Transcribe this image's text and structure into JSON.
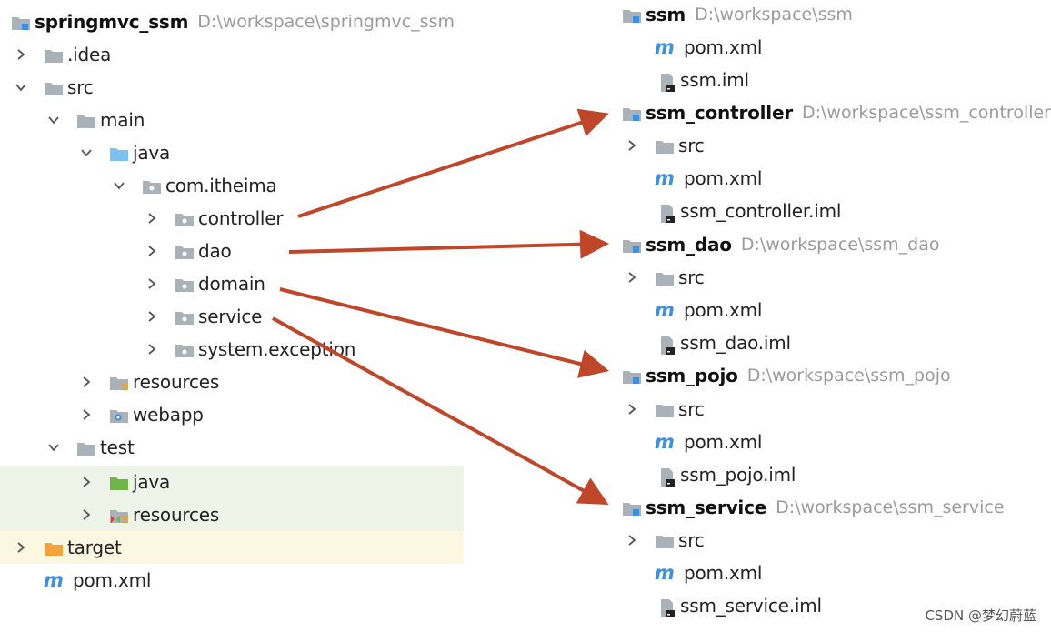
{
  "left_tree": {
    "root": {
      "name": "springmvc_ssm",
      "path": "D:\\workspace\\springmvc_ssm"
    },
    "idea": ".idea",
    "src": "src",
    "main": "main",
    "java": "java",
    "package": "com.itheima",
    "packages": [
      "controller",
      "dao",
      "domain",
      "service",
      "system.exception"
    ],
    "resources": "resources",
    "webapp": "webapp",
    "test": "test",
    "test_java": "java",
    "test_resources": "resources",
    "target": "target",
    "pom": "pom.xml"
  },
  "right_tree": {
    "modules": [
      {
        "name": "ssm",
        "path": "D:\\workspace\\ssm",
        "children": [
          "pom.xml",
          "ssm.iml"
        ]
      },
      {
        "name": "ssm_controller",
        "path": "D:\\workspace\\ssm_controller",
        "children": [
          "src",
          "pom.xml",
          "ssm_controller.iml"
        ]
      },
      {
        "name": "ssm_dao",
        "path": "D:\\workspace\\ssm_dao",
        "children": [
          "src",
          "pom.xml",
          "ssm_dao.iml"
        ]
      },
      {
        "name": "ssm_pojo",
        "path": "D:\\workspace\\ssm_pojo",
        "children": [
          "src",
          "pom.xml",
          "ssm_pojo.iml"
        ]
      },
      {
        "name": "ssm_service",
        "path": "D:\\workspace\\ssm_service",
        "children": [
          "src",
          "pom.xml",
          "ssm_service.iml"
        ]
      }
    ]
  },
  "icons": {
    "folder": "folder-icon",
    "source_folder": "source-folder-icon",
    "package": "package-icon",
    "resources": "resources-folder-icon",
    "webapp": "web-folder-icon",
    "test_source": "test-source-folder-icon",
    "test_resources": "test-resources-folder-icon",
    "excluded": "excluded-folder-icon",
    "maven": "maven-icon",
    "iml": "iml-file-icon",
    "module": "module-icon",
    "maven_glyph": "m"
  },
  "colors": {
    "arrow": "#c0462a",
    "folder": "#a9b1b9",
    "source_folder": "#7cc1f0",
    "test_folder": "#6fb54a",
    "target_folder": "#f3a33a",
    "test_band": "#eef5e8",
    "target_band": "#fbf7e1"
  },
  "watermark": "CSDN @梦幻蔚蓝"
}
